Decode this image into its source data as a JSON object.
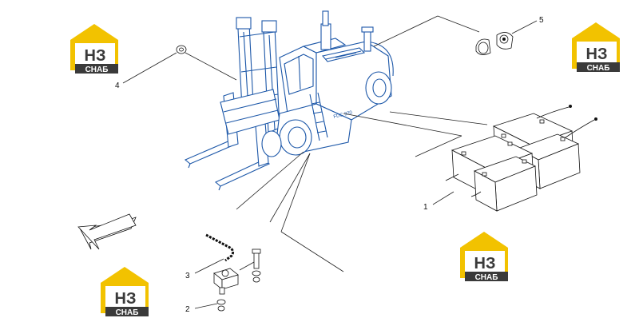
{
  "diagram": {
    "callouts": [
      {
        "id": "1",
        "label": "1"
      },
      {
        "id": "2",
        "label": "2"
      },
      {
        "id": "3",
        "label": "3"
      },
      {
        "id": "4",
        "label": "4"
      },
      {
        "id": "5",
        "label": "5"
      }
    ],
    "truck_model_text": "FDC 320"
  },
  "watermark": {
    "letters": "НЗ",
    "caption": "СНАБ",
    "colors": {
      "gold": "#f2c200",
      "dark": "#3a3a3a",
      "white": "#ffffff"
    }
  },
  "colors": {
    "line_blue": "#1c57a8",
    "ink": "#111111"
  }
}
